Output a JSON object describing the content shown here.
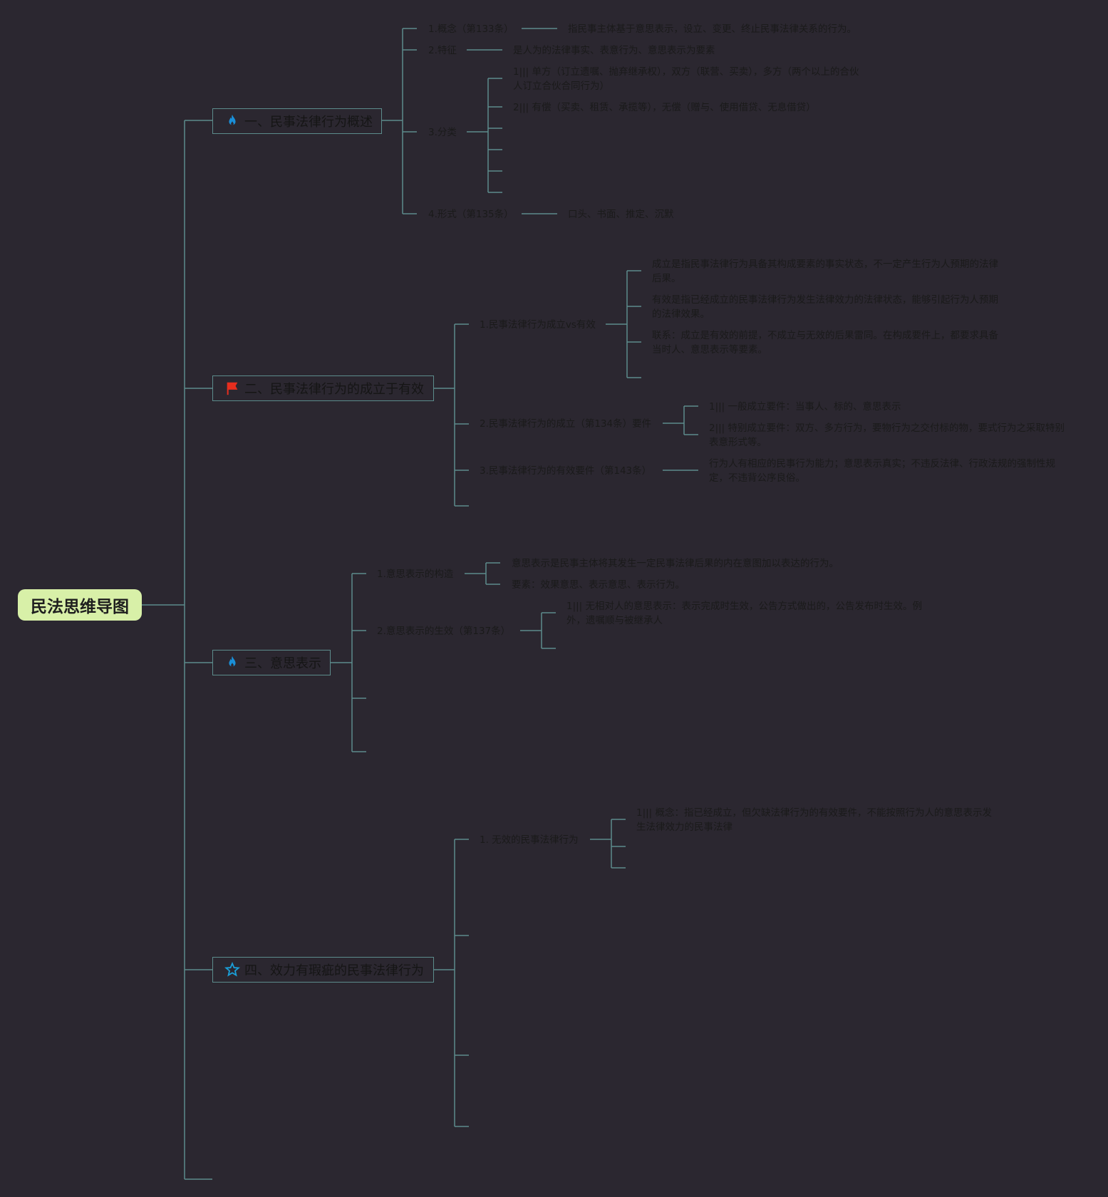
{
  "root": {
    "title": "民法思维导图"
  },
  "topics": {
    "t1": "一、民事法律行为概述",
    "t2": "二、民事法律行为的成立于有效",
    "t3": "三、意思表示",
    "t4": "四、效力有瑕疵的民事法律行为"
  },
  "icons": {
    "t1": "fire-icon",
    "t2": "red-flag-icon",
    "t3": "fire-icon",
    "t4": "star-outline-icon"
  },
  "colors": {
    "background": "#2b2730",
    "connector": "#5c8c8c",
    "root_fill": "#d8f0a8",
    "fire": "#1a8fd8",
    "flag": "#e62e1e",
    "star": "#1a9fd8"
  },
  "nodes": {
    "s1_concept": "1.概念（第133条）",
    "s1_concept_def": "指民事主体基于意思表示，设立、变更、终止民事法律关系的行为。",
    "s1_feature": "2.特征",
    "s1_feature_def": "是人为的法律事实、表意行为、意思表示为要素",
    "s1_class": "3.分类",
    "s1_class_a": "1||| 单方（订立遗嘱、抛弃继承权），双方（联营、买卖），多方（两个以上的合伙人订立合伙合同行为）",
    "s1_class_b": "2||| 有偿（买卖、租赁、承揽等），无偿（赠与、使用借贷、无息借贷）",
    "s1_form": "4.形式（第135条）",
    "s1_form_def": "口头、书面、推定、沉默",
    "s2_a": "1.民事法律行为成立vs有效",
    "s2_a_1": "成立是指民事法律行为具备其构成要素的事实状态，不一定产生行为人预期的法律后果。",
    "s2_a_2": "有效是指已经成立的民事法律行为发生法律效力的法律状态，能够引起行为人预期的法律效果。",
    "s2_a_3": "联系：成立是有效的前提，不成立与无效的后果雷同。在构成要件上，都要求具备当时人、意思表示等要素。",
    "s2_b": "2.民事法律行为的成立（第134条）要件",
    "s2_b_1": "1||| 一般成立要件：当事人、标的、意思表示",
    "s2_b_2": "2||| 特别成立要件：双方、多方行为，要物行为之交付标的物，要式行为之采取特别表意形式等。",
    "s2_c": "3.民事法律行为的有效要件（第143条）",
    "s2_c_1": "行为人有相应的民事行为能力；意思表示真实；不违反法律、行政法规的强制性规定，不违背公序良俗。",
    "s3_a": "1.意思表示的构造",
    "s3_a_1": "意思表示是民事主体将其发生一定民事法律后果的内在意图加以表达的行为。",
    "s3_a_2": "要素：效果意思、表示意思、表示行为。",
    "s3_b": "2.意思表示的生效（第137条）",
    "s3_b_1": "1||| 无相对人的意思表示：表示完成时生效，公告方式做出的，公告发布时生效。例外，遗嘱顺与被继承人",
    "s4_a": "1. 无效的民事法律行为",
    "s4_a_1": "1||| 概念：指已经成立，但欠缺法律行为的有效要件，不能按照行为人的意思表示发生法律效力的民事法律"
  }
}
